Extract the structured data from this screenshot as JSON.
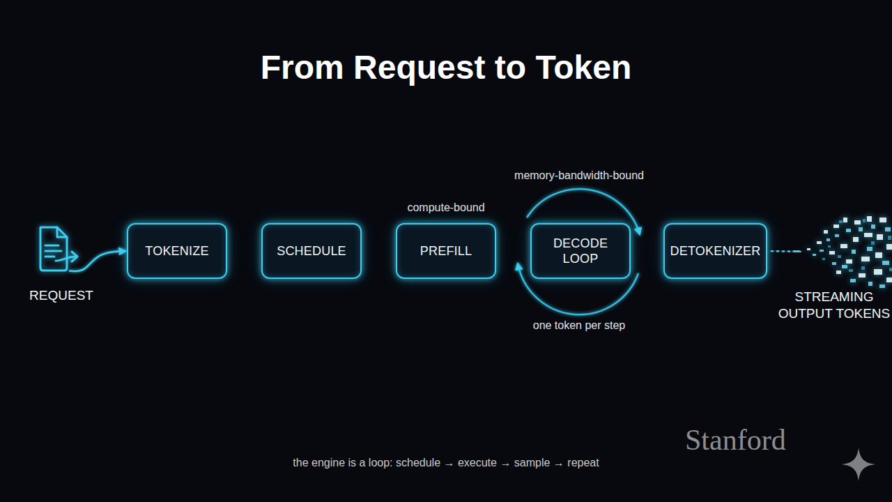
{
  "diagram": {
    "title": "From Request to Token",
    "caption": "the engine is a loop: schedule → execute → sample → repeat",
    "nodes": [
      {
        "text": [
          "REQUEST"
        ]
      },
      {
        "text": [
          "TOKENIZE"
        ]
      },
      {
        "text": [
          "SCHEDULE"
        ]
      },
      {
        "text": [
          "PREFILL"
        ]
      },
      {
        "text": [
          "DECODE LOOP"
        ]
      },
      {
        "text": [
          "DETOKENIZER"
        ]
      },
      {
        "text": [
          "STREAMING OUTPUT TOKENS"
        ]
      }
    ],
    "edges": [
      {
        "from": 0,
        "to": 1,
        "arrow": "to"
      },
      {
        "from": 1,
        "to": 2,
        "arrow": "to"
      },
      {
        "from": 2,
        "to": 3,
        "arrow": "to"
      },
      {
        "from": 3,
        "to": 4,
        "arrow": "to"
      },
      {
        "from": 4,
        "to": 5,
        "arrow": "to"
      },
      {
        "from": 5,
        "to": 6,
        "arrow": "to"
      }
    ],
    "labels": [
      "compute-bound",
      "memory-bandwidth-bound",
      "one token per step",
      "Stanford"
    ]
  }
}
